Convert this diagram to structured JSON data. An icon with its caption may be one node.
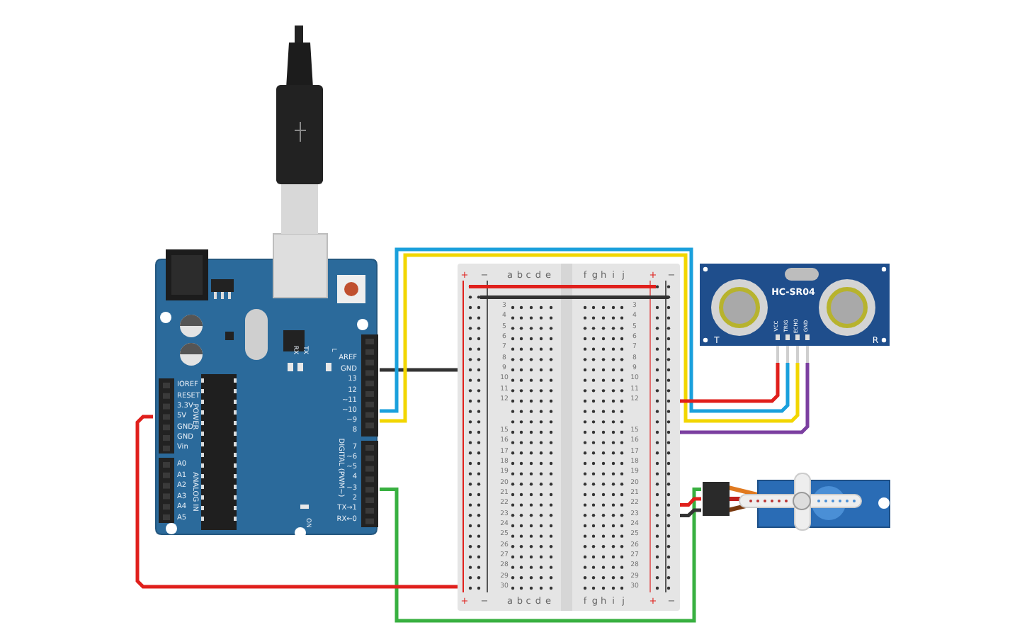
{
  "diagram": {
    "nodes": [
      {
        "text": [
          "AREF",
          "GND",
          "13",
          "12",
          "~11",
          "~10",
          "~9",
          "8",
          "7",
          "~6",
          "~5",
          "4",
          "~3",
          "2",
          "TX→1",
          "RX←0",
          "DIGITAL (PWM~)",
          "IOREF",
          "RESET",
          "3.3V",
          "5V",
          "GND",
          "GND",
          "Vin",
          "POWER",
          "A0",
          "A1",
          "A2",
          "A3",
          "A4",
          "A5",
          "ANALOG IN",
          "RX",
          "TX",
          "L",
          "ON"
        ]
      },
      {
        "text": [
          "+",
          "−",
          "a",
          "b",
          "c",
          "d",
          "e",
          "f",
          "g",
          "h",
          "i",
          "j",
          "+",
          "−",
          "3",
          "3",
          "4",
          "4",
          "5",
          "5",
          "6",
          "6",
          "7",
          "7",
          "8",
          "8",
          "9",
          "9",
          "10",
          "10",
          "11",
          "11",
          "12",
          "12",
          "15",
          "15",
          "16",
          "16",
          "17",
          "17",
          "18",
          "18",
          "19",
          "19",
          "20",
          "20",
          "21",
          "21",
          "22",
          "22",
          "23",
          "23",
          "24",
          "24",
          "25",
          "25",
          "26",
          "26",
          "27",
          "27",
          "28",
          "28",
          "29",
          "29",
          "30",
          "30",
          "+",
          "−",
          "a",
          "b",
          "c",
          "d",
          "e",
          "f",
          "g",
          "h",
          "i",
          "j",
          "+",
          "−"
        ]
      },
      {
        "text": [
          "HC-SR04",
          "T",
          "R",
          "VCC",
          "TRIG",
          "ECHO",
          "GND"
        ]
      },
      {
        "text": [],
        "shape": "picture"
      },
      {
        "text": [],
        "shape": "picture"
      }
    ],
    "edges": [
      {
        "from": 0,
        "to": 1,
        "arrow": "none",
        "color": "#333333"
      },
      {
        "from": 0,
        "to": 2,
        "arrow": "none",
        "color": "#1aa0dc"
      },
      {
        "from": 0,
        "to": 2,
        "arrow": "none",
        "color": "#f2d600"
      },
      {
        "from": 0,
        "to": 3,
        "arrow": "none",
        "color": "#38b040"
      },
      {
        "from": 0,
        "to": 1,
        "arrow": "none",
        "color": "#e0201c"
      },
      {
        "from": 1,
        "to": 2,
        "arrow": "none",
        "color": "#e0201c"
      },
      {
        "from": 1,
        "to": 2,
        "arrow": "none",
        "color": "#7b3fa0"
      },
      {
        "from": 1,
        "to": 3,
        "arrow": "none",
        "color": "#e0201c"
      },
      {
        "from": 1,
        "to": 3,
        "arrow": "none",
        "color": "#333333"
      },
      {
        "from": 4,
        "to": 0,
        "arrow": "none",
        "style": "thick",
        "color": "#d8d8d8"
      }
    ]
  }
}
